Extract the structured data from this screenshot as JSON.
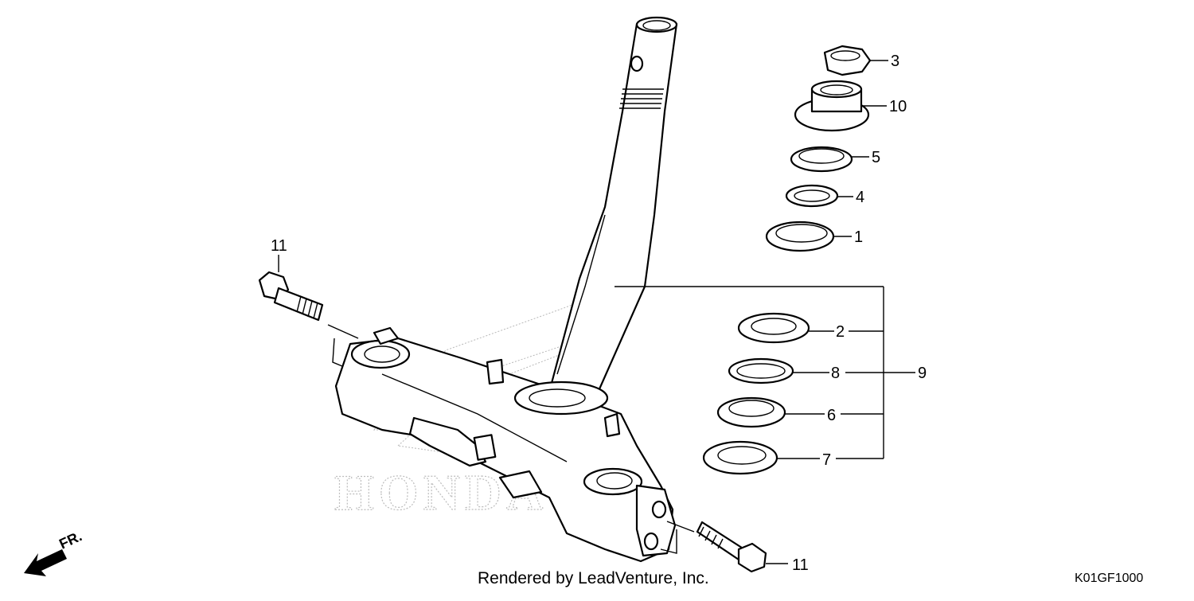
{
  "diagram": {
    "watermark": "HONDA",
    "credit": "Rendered by LeadVenture, Inc.",
    "code": "K01GF1000",
    "direction_label": "FR.",
    "callouts": [
      {
        "id": "c3",
        "label": "3"
      },
      {
        "id": "c10",
        "label": "10"
      },
      {
        "id": "c5",
        "label": "5"
      },
      {
        "id": "c4",
        "label": "4"
      },
      {
        "id": "c1",
        "label": "1"
      },
      {
        "id": "c2",
        "label": "2"
      },
      {
        "id": "c8",
        "label": "8"
      },
      {
        "id": "c9",
        "label": "9"
      },
      {
        "id": "c6",
        "label": "6"
      },
      {
        "id": "c7",
        "label": "7"
      },
      {
        "id": "c11a",
        "label": "11"
      },
      {
        "id": "c11b",
        "label": "11"
      }
    ]
  }
}
